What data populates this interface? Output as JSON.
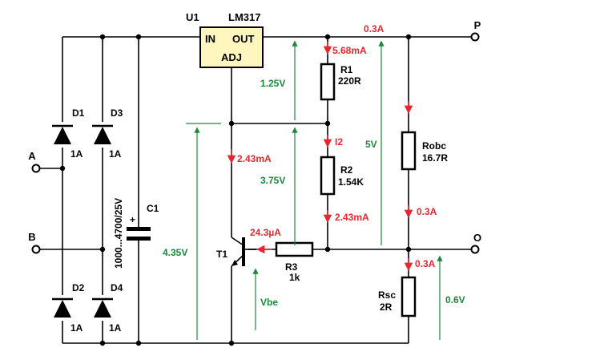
{
  "colors": {
    "wire": "#000000",
    "current": "#e8262f",
    "voltage": "#1a8a3a",
    "regulator_fill": "#fff5bf"
  },
  "regulator": {
    "ref": "U1",
    "part": "LM317",
    "pin_in": "IN",
    "pin_out": "OUT",
    "pin_adj": "ADJ"
  },
  "terminals": {
    "a": "A",
    "b": "B",
    "p": "P",
    "o": "O"
  },
  "diodes": [
    {
      "ref": "D1",
      "rating": "1A"
    },
    {
      "ref": "D3",
      "rating": "1A"
    },
    {
      "ref": "D2",
      "rating": "1A"
    },
    {
      "ref": "D4",
      "rating": "1A"
    }
  ],
  "capacitor": {
    "ref": "C1",
    "value": "1000...4700/25V",
    "polarity": "+"
  },
  "resistors": {
    "r1": {
      "ref": "R1",
      "value": "220R"
    },
    "r2": {
      "ref": "R2",
      "value": "1.54K"
    },
    "r3": {
      "ref": "R3",
      "value": "1k"
    },
    "robc": {
      "ref": "Robc",
      "value": "16.7R"
    },
    "rsc": {
      "ref": "Rsc",
      "value": "2R"
    }
  },
  "transistor": {
    "ref": "T1"
  },
  "currents": {
    "i_out": "0.3A",
    "i_r1": "5.68mA",
    "i_r2_label": "I2",
    "i_adj": "2.43mA",
    "i_r2": "2.43mA",
    "i_base": "24.3µA",
    "i_robc": "0.3A",
    "i_rsc": "0.3A"
  },
  "voltages": {
    "v_ref": "1.25V",
    "v_r2": "3.75V",
    "v_out": "5V",
    "v_total": "4.35V",
    "v_be": "Vbe",
    "v_sense": "0.6V"
  }
}
